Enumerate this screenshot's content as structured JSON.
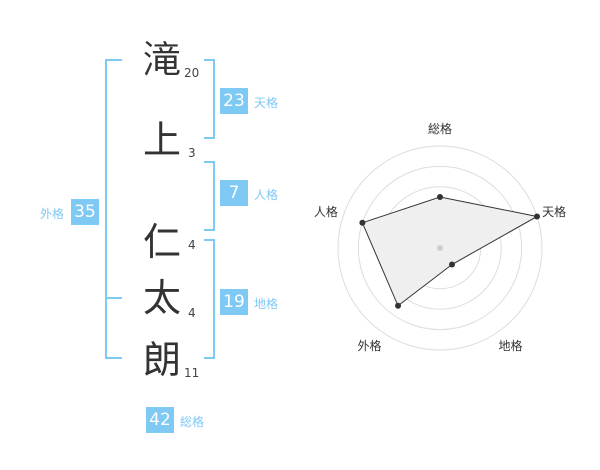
{
  "name": {
    "chars": [
      {
        "char": "滝",
        "strokes": "20"
      },
      {
        "char": "上",
        "strokes": "3"
      },
      {
        "char": "仁",
        "strokes": "4"
      },
      {
        "char": "太",
        "strokes": "4"
      },
      {
        "char": "朗",
        "strokes": "11"
      }
    ]
  },
  "kakusu": {
    "tenkaku": {
      "value": "23",
      "label": "天格"
    },
    "jinkaku": {
      "value": "7",
      "label": "人格"
    },
    "chikaku": {
      "value": "19",
      "label": "地格"
    },
    "gaikaku": {
      "value": "35",
      "label": "外格"
    },
    "soukaku": {
      "value": "42",
      "label": "総格"
    }
  },
  "colors": {
    "accent": "#7fc9f5",
    "point": "#333333",
    "fill": "#eeeeee",
    "grid": "#dddddd"
  },
  "chart_data": {
    "type": "radar",
    "axes": [
      "総格",
      "天格",
      "地格",
      "外格",
      "人格"
    ],
    "values": [
      0.5,
      1.0,
      0.2,
      0.7,
      0.8
    ],
    "rings": 5
  }
}
